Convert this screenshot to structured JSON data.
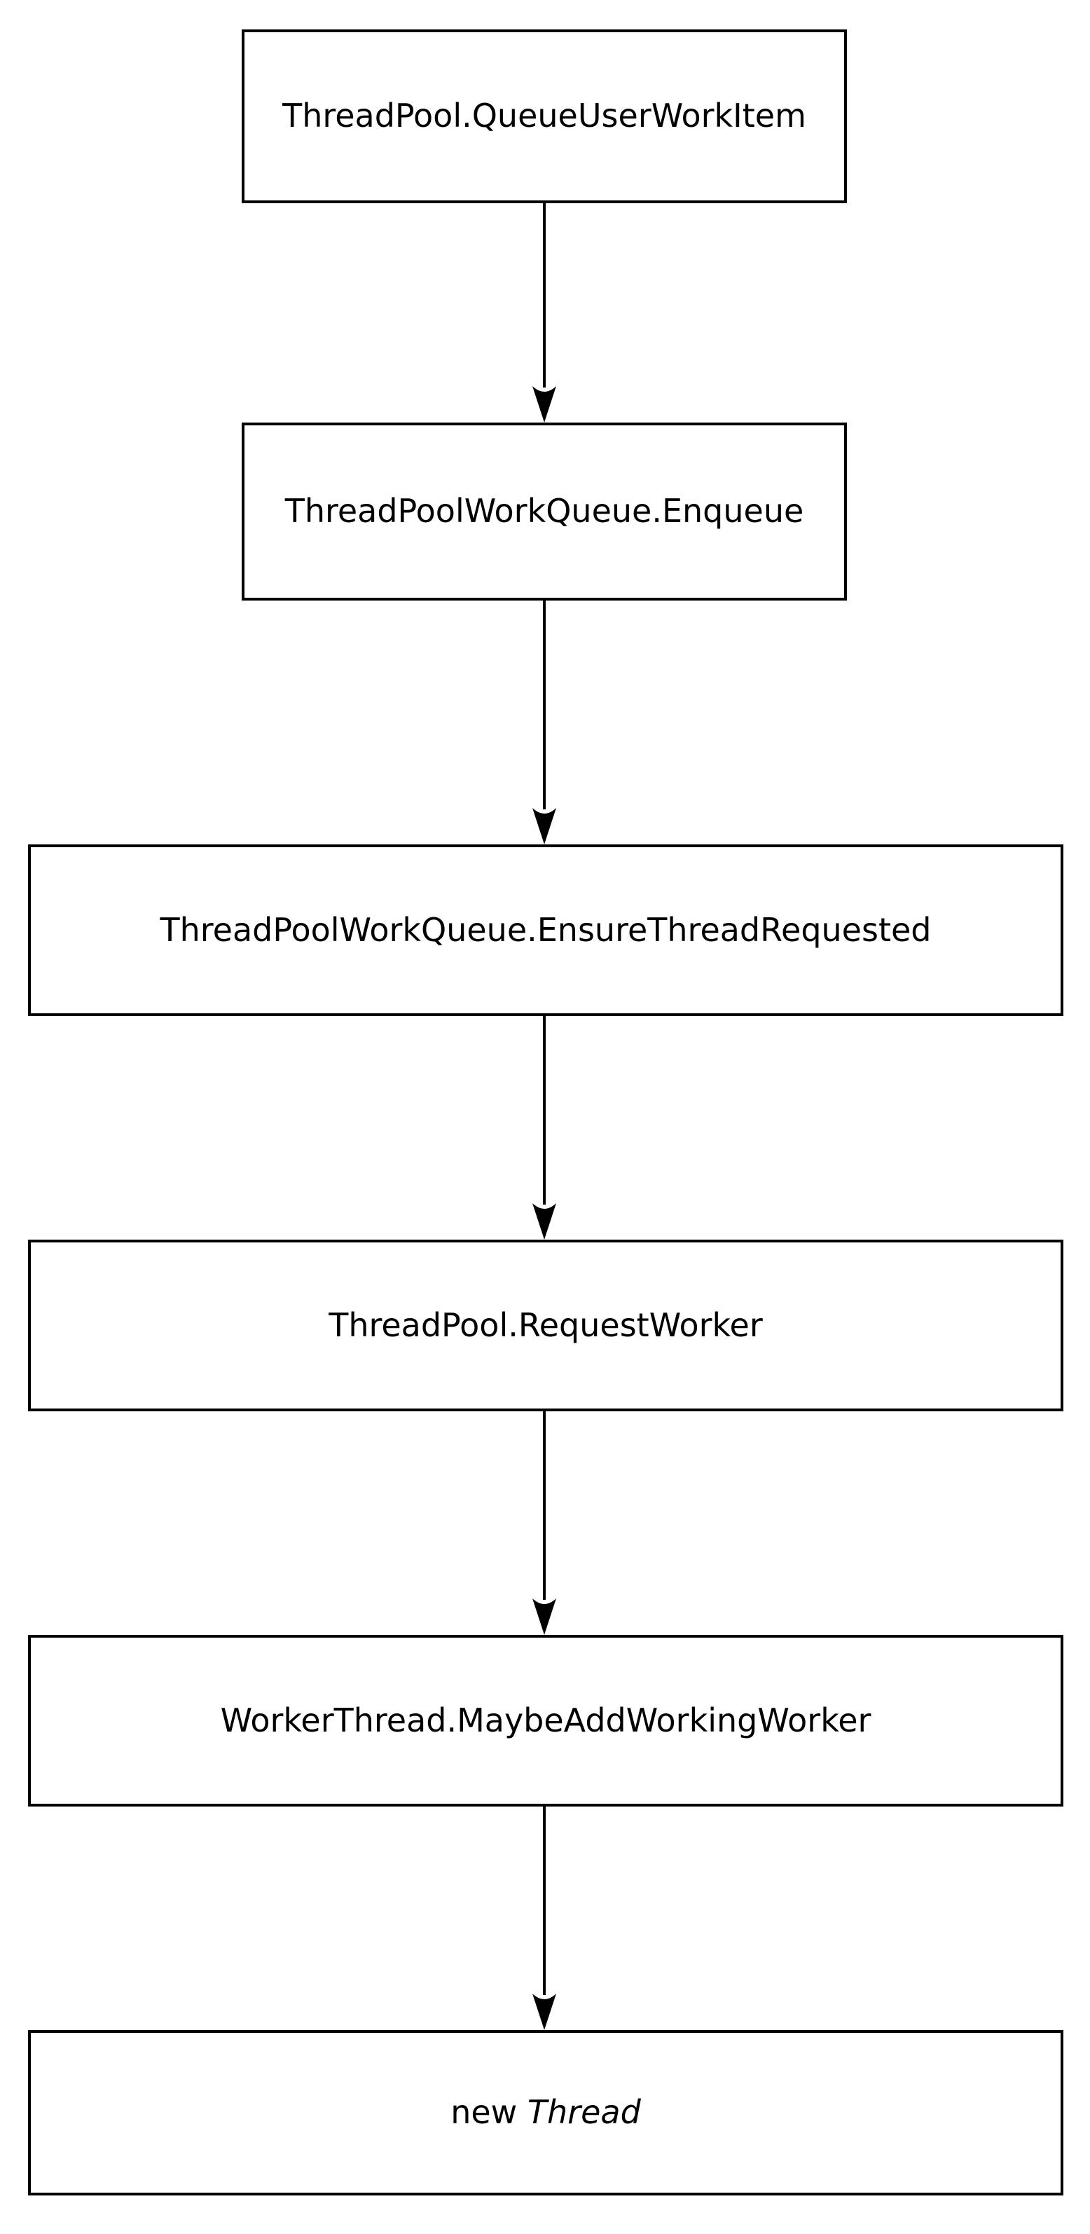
{
  "diagram": {
    "type": "flowchart",
    "background_color": "#ffffff",
    "stroke_color": "#000000",
    "text_color": "#000000",
    "nodes": [
      {
        "label": "ThreadPool.QueueUserWorkItem"
      },
      {
        "label": "ThreadPoolWorkQueue.Enqueue"
      },
      {
        "label": "ThreadPoolWorkQueue.EnsureThreadRequested"
      },
      {
        "label": "ThreadPool.RequestWorker"
      },
      {
        "label": "WorkerThread.MaybeAddWorkingWorker"
      },
      {
        "label_prefix": "new ",
        "label_italic": "Thread"
      }
    ],
    "edges": [
      {
        "from": "ThreadPool.QueueUserWorkItem",
        "to": "ThreadPoolWorkQueue.Enqueue"
      },
      {
        "from": "ThreadPoolWorkQueue.Enqueue",
        "to": "ThreadPoolWorkQueue.EnsureThreadRequested"
      },
      {
        "from": "ThreadPoolWorkQueue.EnsureThreadRequested",
        "to": "ThreadPool.RequestWorker"
      },
      {
        "from": "ThreadPool.RequestWorker",
        "to": "WorkerThread.MaybeAddWorkingWorker"
      },
      {
        "from": "WorkerThread.MaybeAddWorkingWorker",
        "to": "new Thread"
      }
    ]
  }
}
